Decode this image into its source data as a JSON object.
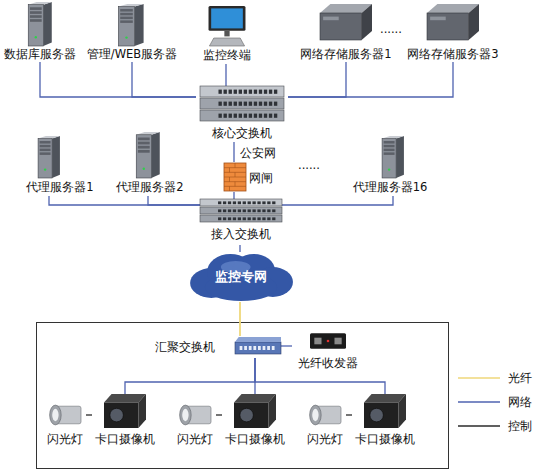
{
  "diagram": {
    "nodes": [
      {
        "text": [
          "数据库服务器"
        ]
      },
      {
        "text": [
          "管理/WEB服务器"
        ]
      },
      {
        "text": [
          "监控终端"
        ]
      },
      {
        "text": [
          "网络存储服务器1"
        ]
      },
      {
        "text": [
          "网络存储服务器3"
        ]
      },
      {
        "text": [
          "核心交换机"
        ]
      },
      {
        "text": [
          "代理服务器1"
        ]
      },
      {
        "text": [
          "代理服务器2"
        ]
      },
      {
        "text": [
          "代理服务器16"
        ]
      },
      {
        "text": [
          "网闸"
        ]
      },
      {
        "text": [
          "接入交换机"
        ]
      },
      {
        "text": [
          "监控专网"
        ]
      },
      {
        "text": [
          "汇聚交换机"
        ]
      },
      {
        "text": [
          "光纤收发器"
        ]
      },
      {
        "text": [
          "闪光灯"
        ]
      },
      {
        "text": [
          "卡口摄像机"
        ]
      },
      {
        "text": [
          "闪光灯"
        ]
      },
      {
        "text": [
          "卡口摄像机"
        ]
      },
      {
        "text": [
          "闪光灯"
        ]
      },
      {
        "text": [
          "卡口摄像机"
        ]
      }
    ],
    "edges": [
      {
        "from": 0,
        "to": 5,
        "arrow": "none"
      },
      {
        "from": 1,
        "to": 5,
        "arrow": "none"
      },
      {
        "from": 2,
        "to": 5,
        "arrow": "none"
      },
      {
        "from": 3,
        "to": 5,
        "arrow": "none"
      },
      {
        "from": 4,
        "to": 5,
        "arrow": "none"
      },
      {
        "from": 5,
        "to": 9,
        "arrow": "none"
      },
      {
        "from": 9,
        "to": 10,
        "arrow": "none"
      },
      {
        "from": 6,
        "to": 10,
        "arrow": "none"
      },
      {
        "from": 7,
        "to": 10,
        "arrow": "none"
      },
      {
        "from": 8,
        "to": 10,
        "arrow": "none"
      },
      {
        "from": 10,
        "to": 11,
        "arrow": "none"
      },
      {
        "from": 11,
        "to": 12,
        "arrow": "none"
      },
      {
        "from": 12,
        "to": 13,
        "arrow": "none"
      },
      {
        "from": 12,
        "to": 15,
        "arrow": "none"
      },
      {
        "from": 12,
        "to": 17,
        "arrow": "none"
      },
      {
        "from": 12,
        "to": 19,
        "arrow": "none"
      },
      {
        "from": 14,
        "to": 15,
        "arrow": "none"
      },
      {
        "from": 16,
        "to": 17,
        "arrow": "none"
      },
      {
        "from": 18,
        "to": 19,
        "arrow": "none"
      }
    ],
    "labels": [
      "......",
      "公安网",
      "......"
    ],
    "legend": [
      {
        "text": "光纤"
      },
      {
        "text": "网络"
      },
      {
        "text": "控制"
      }
    ]
  }
}
